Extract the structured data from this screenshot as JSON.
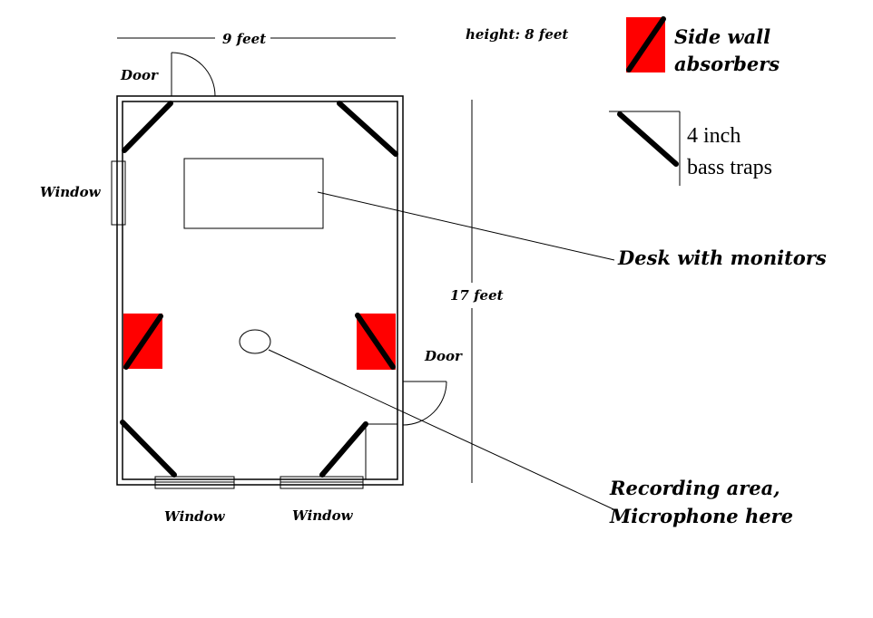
{
  "labels": {
    "width": "9 feet",
    "height": "height: 8 feet",
    "length": "17 feet",
    "door_top": "Door",
    "door_right": "Door",
    "window_left": "Window",
    "window_bottom_left": "Window",
    "window_bottom_right": "Window",
    "desk": "Desk with monitors",
    "recording_line1": "Recording area,",
    "recording_line2": "Microphone here"
  },
  "legend": {
    "absorber_line1": "Side wall",
    "absorber_line2": "absorbers",
    "trap_line1": "4 inch",
    "trap_line2": "bass traps"
  },
  "colors": {
    "absorber": "#ff0000",
    "line": "#000000"
  }
}
